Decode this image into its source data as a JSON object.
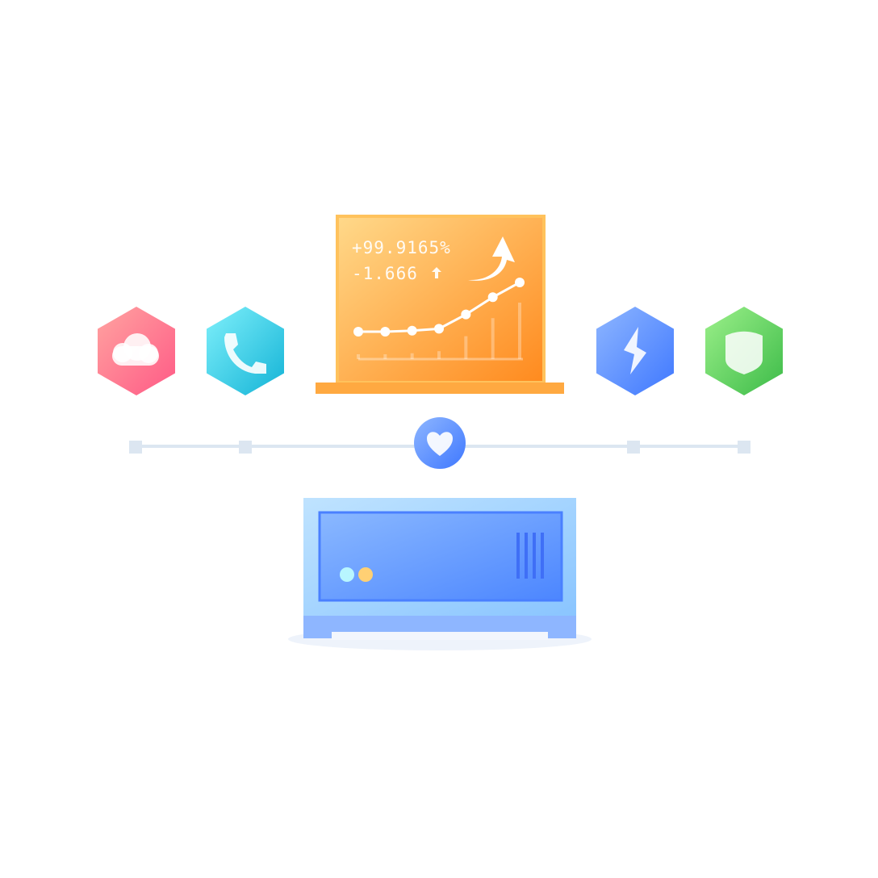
{
  "board": {
    "line1": "+99.9165%",
    "line2": "-1.666",
    "chart_series": [
      0,
      0,
      0.02,
      0.06,
      0.35,
      0.7,
      1
    ]
  },
  "icons": {
    "left": [
      "cloud-icon",
      "phone-icon"
    ],
    "right": [
      "lightning-icon",
      "shield-icon"
    ],
    "center": "heart-icon"
  },
  "colors": {
    "cloud": "#ff6f8a",
    "phone": "#29c3e0",
    "lightning": "#4f86ff",
    "shield": "#4cc85a",
    "board": "#ff9a2e",
    "server": "#5a94ff"
  }
}
